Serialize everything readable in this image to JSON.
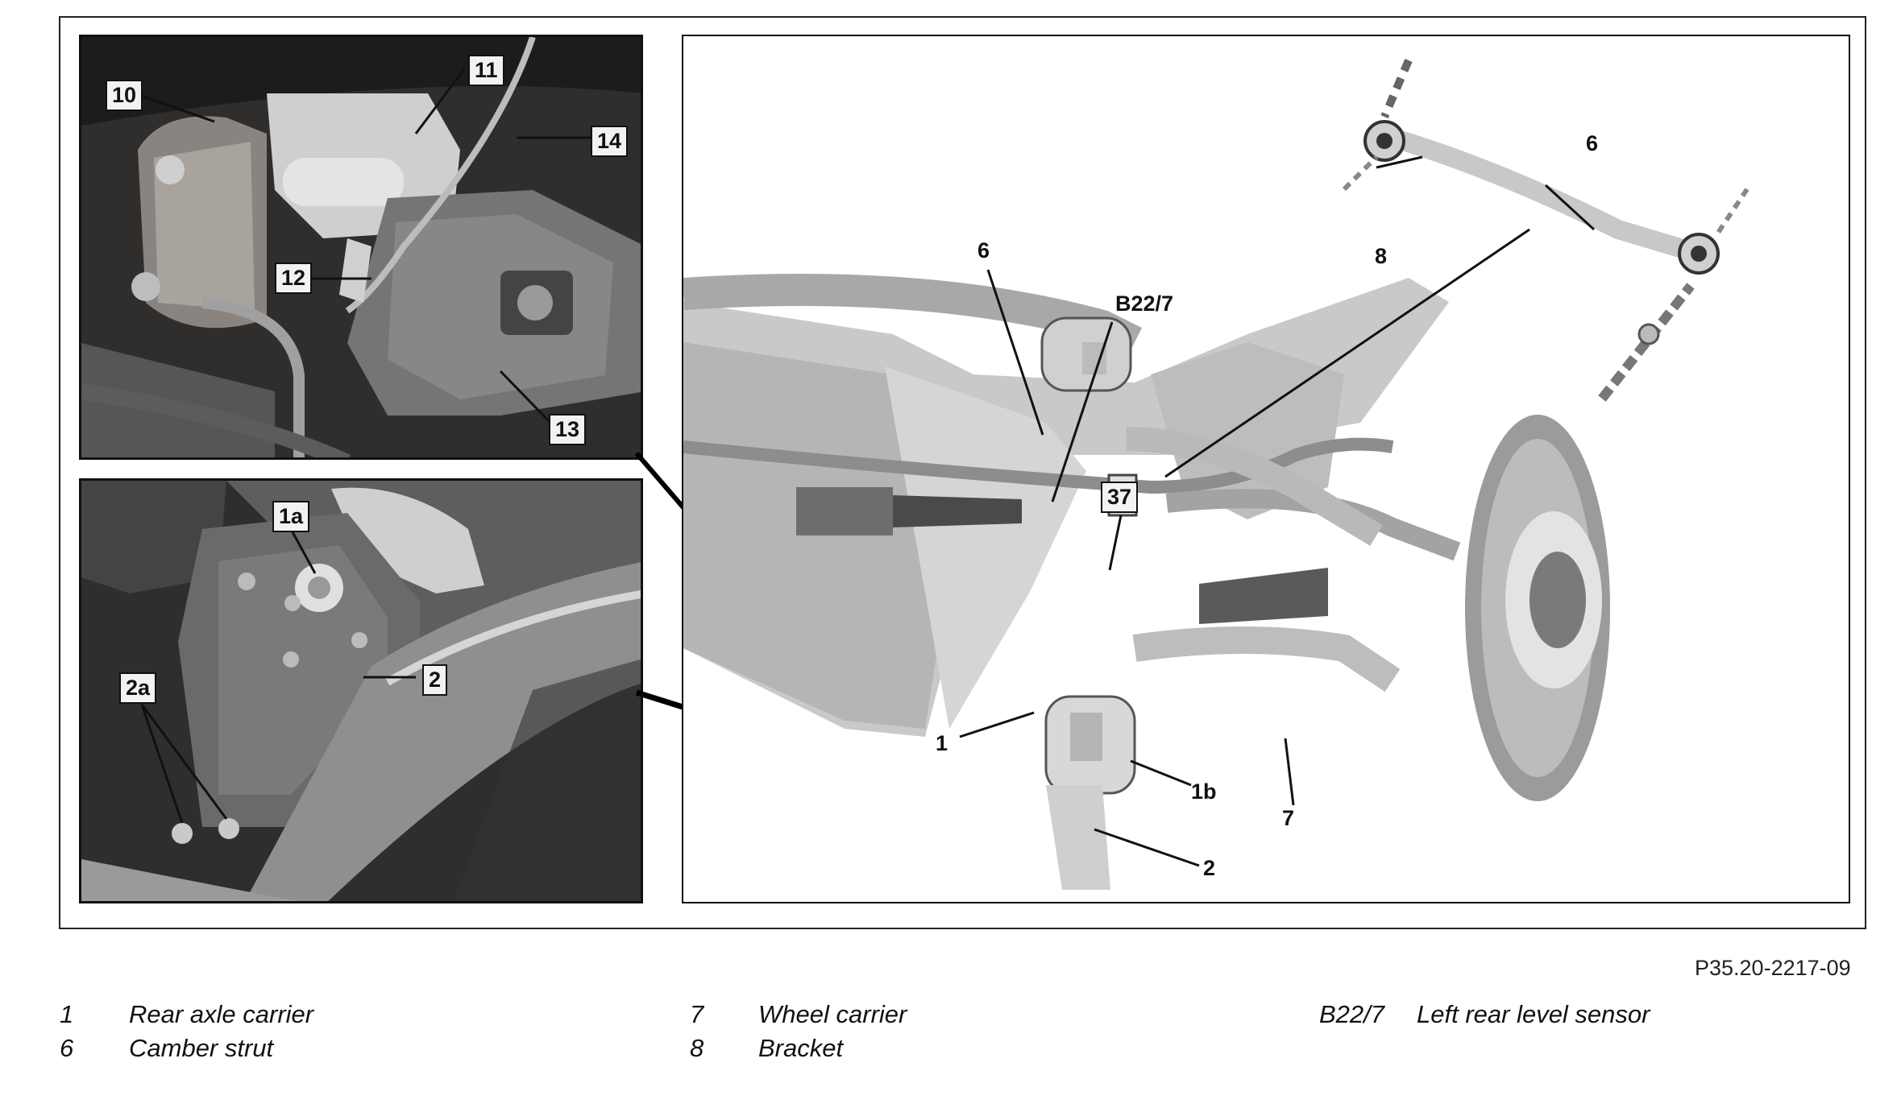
{
  "figure_id": "P35.20-2217-09",
  "callouts": {
    "top": [
      "10",
      "11",
      "14",
      "12",
      "13"
    ],
    "bottom": [
      "1a",
      "2",
      "2a"
    ],
    "main": [
      "6",
      "B22/7",
      "37",
      "1",
      "1b",
      "2",
      "7",
      "6",
      "8"
    ]
  },
  "legend": [
    {
      "num": "1",
      "text": "Rear axle carrier"
    },
    {
      "num": "6",
      "text": "Camber strut"
    },
    {
      "num": "7",
      "text": "Wheel carrier"
    },
    {
      "num": "8",
      "text": "Bracket"
    },
    {
      "num": "B22/7",
      "text": "Left rear level sensor"
    }
  ]
}
